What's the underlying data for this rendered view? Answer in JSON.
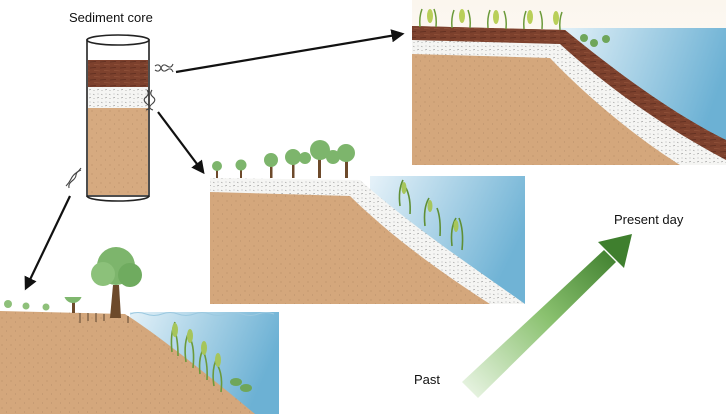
{
  "labels": {
    "sediment_core": "Sediment core",
    "present_day": "Present day",
    "past": "Past"
  },
  "colors": {
    "sand": "#d4a77c",
    "peat": "#7a3f2c",
    "shell_hash": "#f4f4f2",
    "water_light": "#d7ecf6",
    "water_dark": "#74b6d6",
    "arrow_dark": "#3f7f2e",
    "arrow_light": "#e6f3df",
    "tree_green": "#74b36b",
    "trunk": "#6d4a2b"
  },
  "icons": [
    "sediment-core-icon",
    "dna-strand-icon",
    "tree-icon",
    "seagrass-icon",
    "time-arrow-icon"
  ]
}
